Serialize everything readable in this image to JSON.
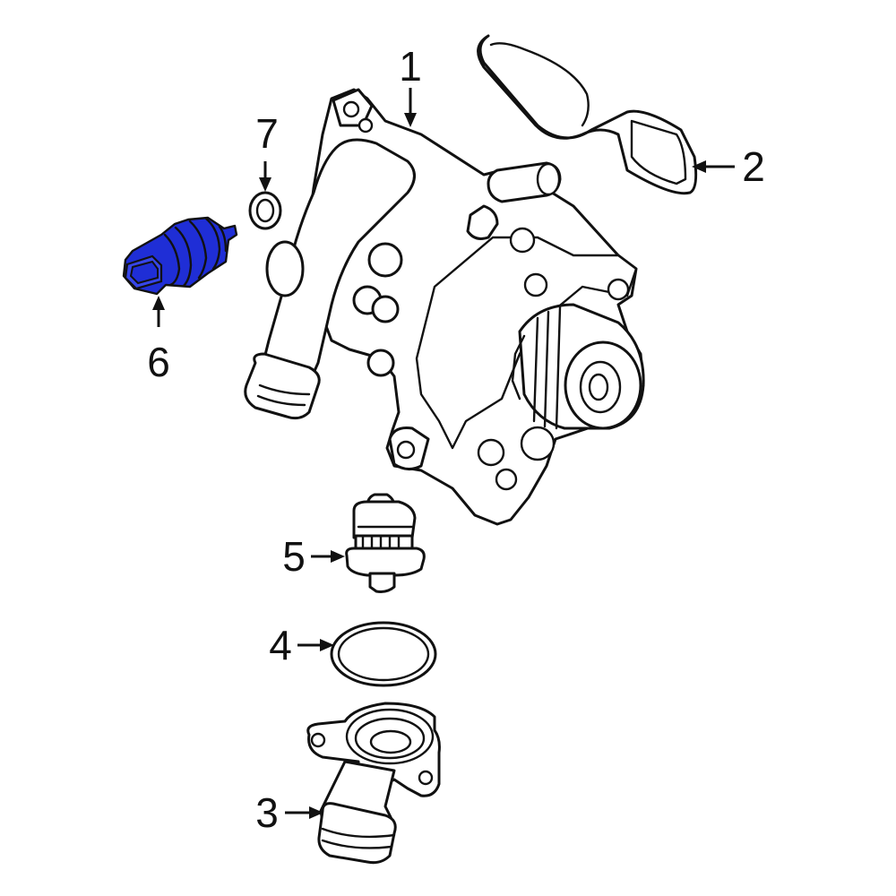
{
  "callouts": {
    "c1": "1",
    "c2": "2",
    "c3": "3",
    "c4": "4",
    "c5": "5",
    "c6": "6",
    "c7": "7"
  },
  "highlight_color": "#1f2ed6",
  "line_color": "#111111"
}
